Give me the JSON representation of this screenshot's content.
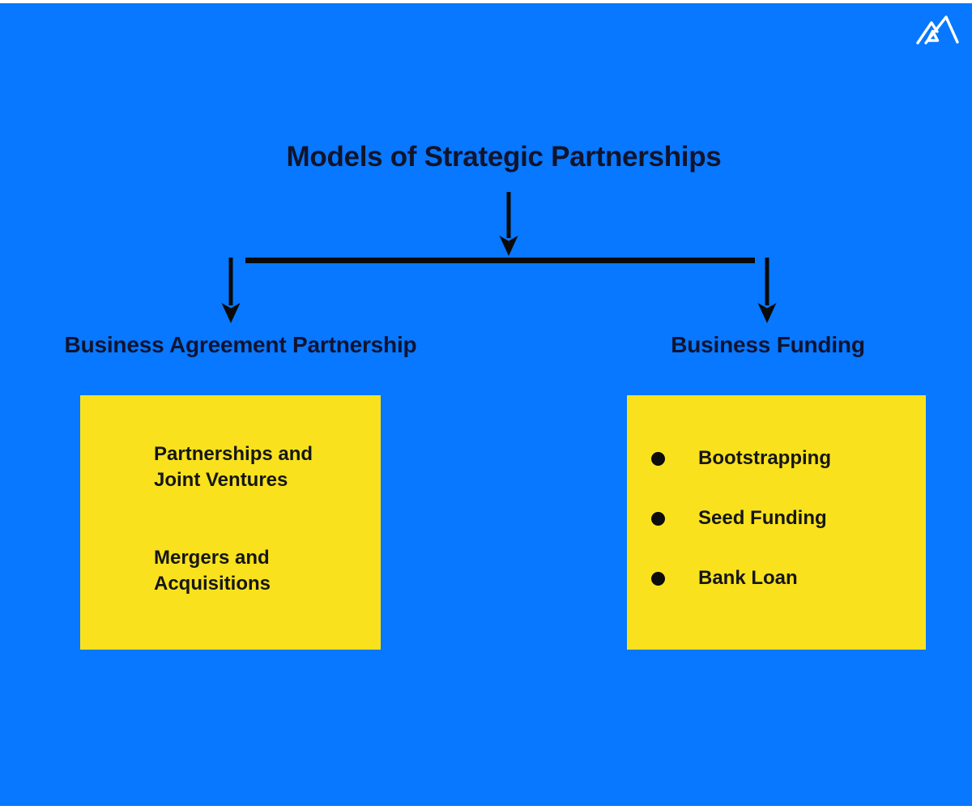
{
  "canvas": {
    "background_color": "#0778FF",
    "frame_color": "#FFFFFF",
    "box_color": "#F9E21D",
    "heading_text_color": "#11142B",
    "body_text_color": "#161616",
    "line_color": "#0A0A0A"
  },
  "brand": {
    "logo": "mountain-peaks-logo"
  },
  "title": "Models of Strategic Partnerships",
  "branches": [
    {
      "label": "Business Agreement Partnership",
      "items": [
        "Partnerships and\nJoint Ventures",
        "Mergers and\nAcquisitions"
      ]
    },
    {
      "label": "Business Funding",
      "items": [
        "Bootstrapping",
        "Seed Funding",
        "Bank Loan"
      ]
    }
  ]
}
